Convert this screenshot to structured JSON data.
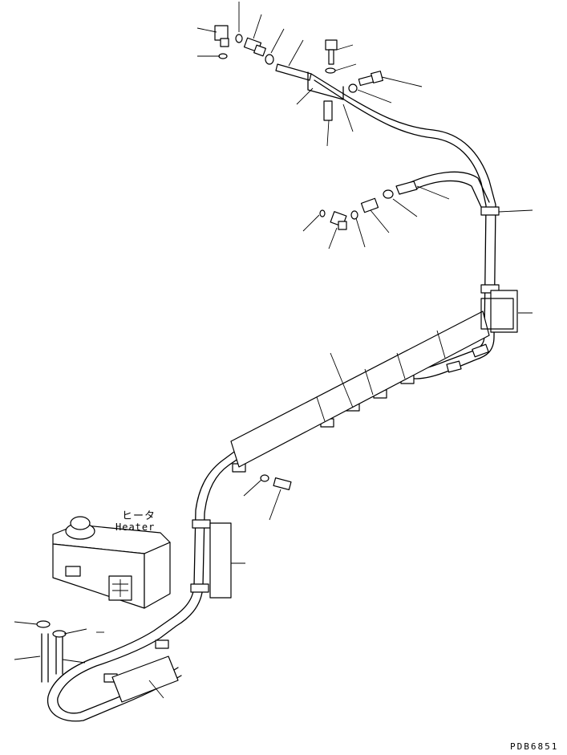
{
  "heater": {
    "label_jp": "ヒータ",
    "label_en": "Heater"
  },
  "drawing_code": "PDB6851"
}
